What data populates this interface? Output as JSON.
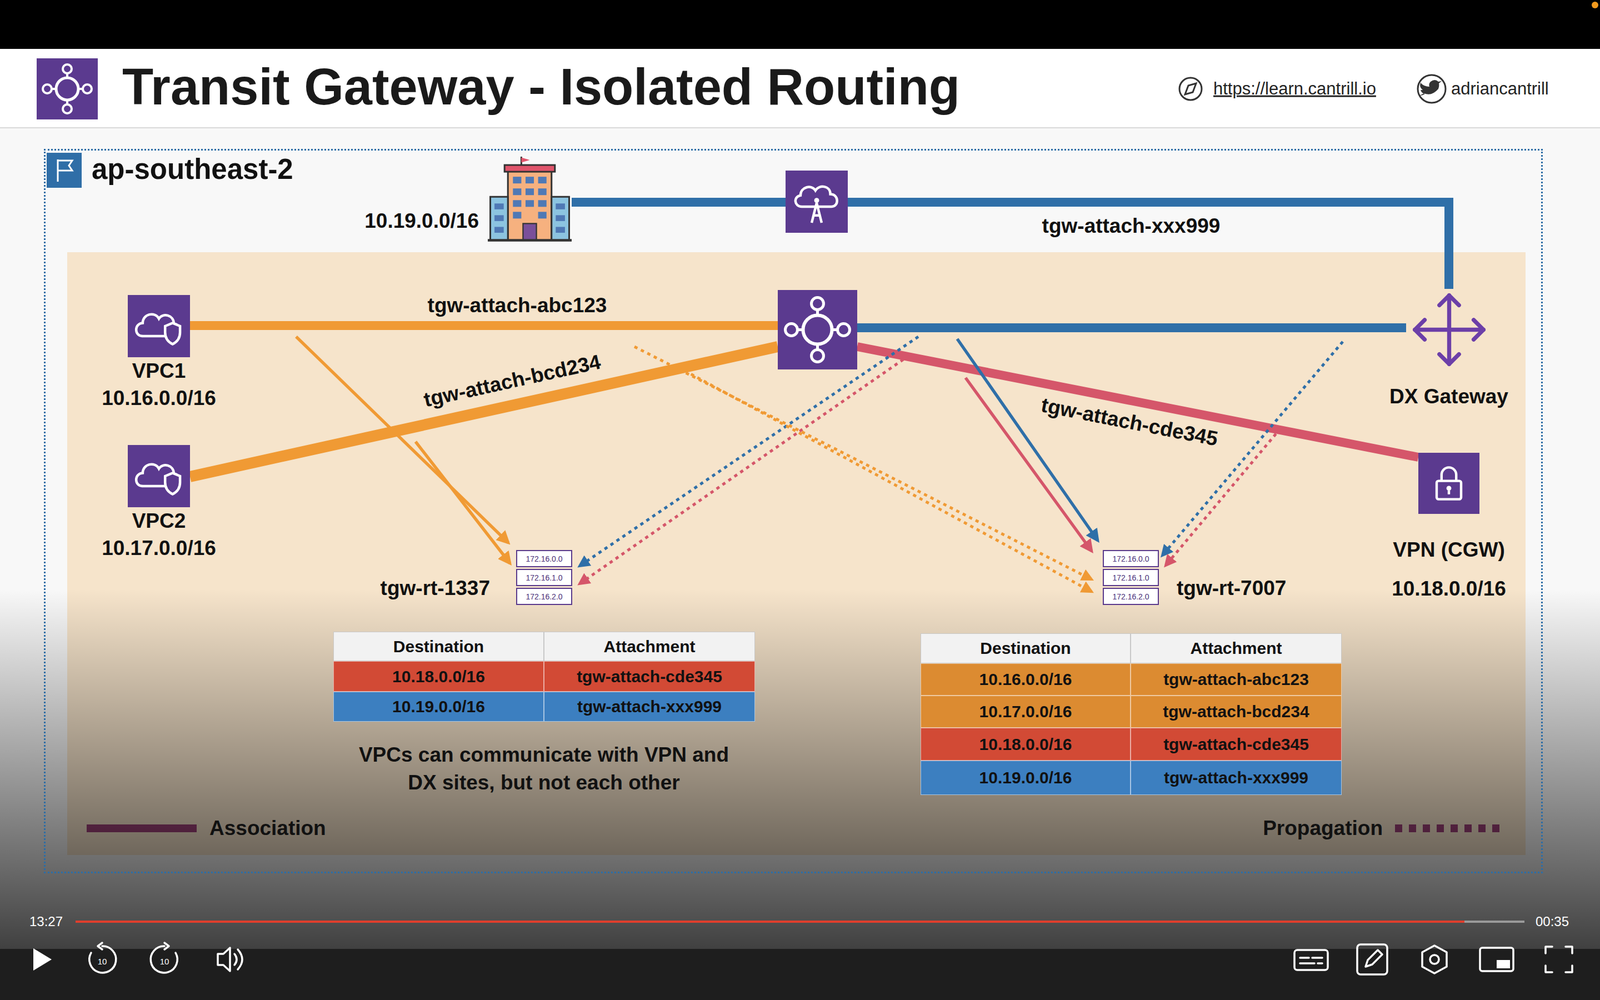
{
  "diagram": {
    "title": "Transit Gateway - Isolated Routing",
    "nodes": [
      {
        "text": [
          "ap-southeast-2"
        ]
      },
      {
        "text": [
          "10.19.0.0/16"
        ],
        "in": 0
      },
      {
        "text": [
          "VPC1",
          "10.16.0.0/16"
        ],
        "in": 0
      },
      {
        "text": [
          "VPC2",
          "10.17.0.0/16"
        ],
        "in": 0
      },
      {
        "text": [
          "DX Gateway"
        ],
        "in": 0
      },
      {
        "text": [
          "VPN (CGW)",
          "10.18.0.0/16"
        ],
        "in": 0
      },
      {
        "text": [
          "tgw-rt-1337"
        ],
        "in": 0
      },
      {
        "text": [
          "tgw-rt-7007"
        ],
        "in": 0
      }
    ],
    "edges": [
      {
        "from": 1,
        "to": 4,
        "arrow": "none",
        "label": "tgw-attach-xxx999"
      }
    ],
    "labels": [
      "https://learn.cantrill.io",
      "adriancantrill",
      "tgw-attach-abc123",
      "tgw-attach-bcd234",
      "tgw-attach-cde345",
      "172.16.0.0",
      "172.16.1.0",
      "172.16.2.0",
      "172.16.0.0",
      "172.16.1.0",
      "172.16.2.0",
      "Destination",
      "Attachment",
      "10.18.0.0/16",
      "tgw-attach-cde345",
      "10.19.0.0/16",
      "tgw-attach-xxx999",
      "VPCs can communicate with VPN and DX sites, but not each other",
      "Destination",
      "Attachment",
      "10.16.0.0/16",
      "tgw-attach-abc123",
      "10.17.0.0/16",
      "tgw-attach-bcd234",
      "10.18.0.0/16",
      "tgw-attach-cde345",
      "10.19.0.0/16",
      "tgw-attach-xxx999",
      "13:27",
      "00:35",
      "10",
      "10"
    ],
    "legend": [
      {
        "text": "Association"
      },
      {
        "text": "Propagation"
      }
    ]
  }
}
